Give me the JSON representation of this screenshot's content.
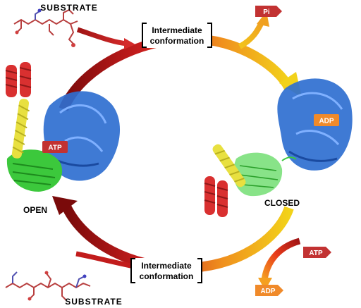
{
  "substrate_top": "SUBSTRATE",
  "substrate_bottom": "SUBSTRATE",
  "intermediate_top": [
    "Intermediate",
    "conformation"
  ],
  "intermediate_bottom": [
    "Intermediate",
    "conformation"
  ],
  "state_open": "OPEN",
  "state_closed": "CLOSED",
  "tag_pi": "Pi",
  "tag_atp_open": "ATP",
  "tag_adp_closed": "ADP",
  "tag_atp_in": "ATP",
  "tag_adp_out": "ADP",
  "colors": {
    "dark_red": "#7a0a0a",
    "red": "#c81e1e",
    "orange": "#f0901e",
    "yellow": "#f2d21a",
    "helix_red": "#d93030",
    "helix_yellow": "#e8e040",
    "sheet_green": "#3cc83c",
    "domain_blue": "#2f6fd0",
    "tag_red": "#c23232",
    "tag_orange": "#f08a2a"
  }
}
